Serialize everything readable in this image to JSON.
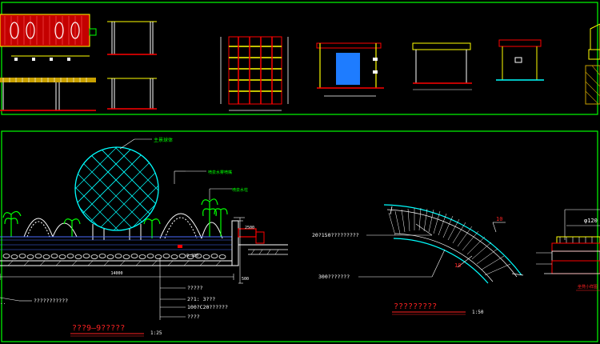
{
  "drawing": {
    "frame_color": "#00ff00",
    "bg_color": "#000000",
    "accent": {
      "red": "#ff0000",
      "yellow": "#ffff00",
      "cyan": "#00ffff",
      "white": "#ffffff",
      "magenta": "#ff00ff",
      "blue": "#4a6cff"
    }
  },
  "section_detail": {
    "title": "???9—9?????",
    "scale": "1:25",
    "callouts": [
      "?????",
      "2?1: 3???",
      "100?C20??????",
      "????",
      "???????????"
    ],
    "dims": [
      "14000",
      "2500",
      "500"
    ]
  },
  "arc_detail": {
    "title": "?????????",
    "scale": "1:50",
    "callouts": [
      "20?150?????????",
      "300???????"
    ],
    "marks": [
      "10",
      "10"
    ]
  },
  "side_detail": {
    "callouts": [
      "φ120"
    ]
  }
}
